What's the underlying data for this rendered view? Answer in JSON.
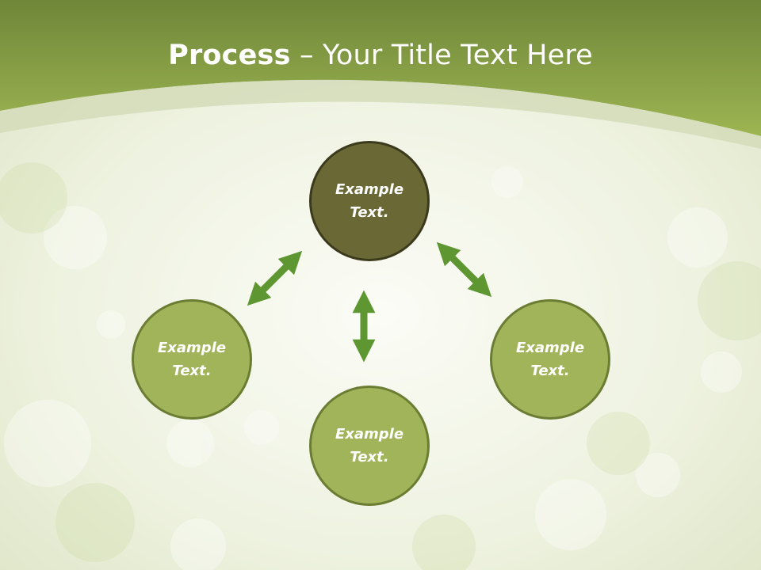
{
  "title": {
    "bold": "Process",
    "dash": " – ",
    "rest": "Your Title Text Here"
  },
  "nodes": {
    "center": {
      "line1": "Example",
      "line2": "Text."
    },
    "left": {
      "line1": "Example",
      "line2": "Text."
    },
    "bottom": {
      "line1": "Example",
      "line2": "Text."
    },
    "right": {
      "line1": "Example",
      "line2": "Text."
    }
  },
  "colors": {
    "header_green": "#8fa94a",
    "center_fill": "#6a6835",
    "node_fill": "#a2b45a",
    "arrow_green": "#5e9732",
    "title_text": "#ffffff"
  }
}
